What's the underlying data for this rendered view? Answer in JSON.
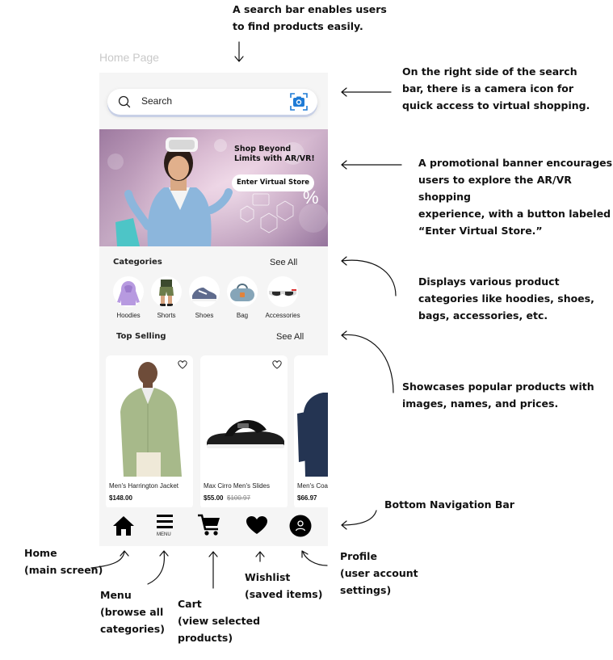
{
  "page_label": "Home Page",
  "search": {
    "placeholder": "Search"
  },
  "banner": {
    "title_line1": "Shop Beyond",
    "title_line2": "Limits with AR/VR!",
    "button": "Enter Virtual Store",
    "badge": "%"
  },
  "categories": {
    "title": "Categories",
    "see_all": "See All",
    "items": [
      {
        "label": "Hoodies"
      },
      {
        "label": "Shorts"
      },
      {
        "label": "Shoes"
      },
      {
        "label": "Bag"
      },
      {
        "label": "Accessories"
      }
    ]
  },
  "top_selling": {
    "title": "Top Selling",
    "see_all": "See All",
    "products": [
      {
        "name": "Men's Harrington Jacket",
        "price": "$148.00",
        "old_price": ""
      },
      {
        "name": "Max Cirro Men's Slides",
        "price": "$55.00",
        "old_price": "$100.97"
      },
      {
        "name": "Men's Coa",
        "price": "$66.97",
        "old_price": ""
      }
    ]
  },
  "bottom_nav": {
    "menu_label": "MENU"
  },
  "annotations": {
    "search_bar": [
      "A search bar enables users",
      "to find products easily."
    ],
    "camera": [
      "On the right side of the search",
      "bar, there is a camera icon for",
      "quick access to virtual shopping."
    ],
    "banner": [
      "A promotional banner encourages",
      "users to explore the AR/VR shopping",
      "experience, with a button labeled",
      "“Enter Virtual Store.”"
    ],
    "categories": [
      "Displays various product",
      "categories like hoodies, shoes,",
      "bags, accessories, etc."
    ],
    "top_selling": [
      "Showcases popular products with",
      "images, names, and prices."
    ],
    "bottom_nav": [
      "Bottom Navigation Bar"
    ],
    "home": [
      "Home",
      "(main screen)"
    ],
    "menu": [
      "Menu",
      "(browse all",
      "categories)"
    ],
    "cart": [
      "Cart",
      "(view selected",
      "products)"
    ],
    "wishlist": [
      "Wishlist",
      "(saved items)"
    ],
    "profile": [
      "Profile",
      "(user account",
      "settings)"
    ]
  },
  "colors": {
    "camera_icon": "#1e7bd6",
    "background": "#f5f5f5",
    "card": "#ffffff"
  }
}
